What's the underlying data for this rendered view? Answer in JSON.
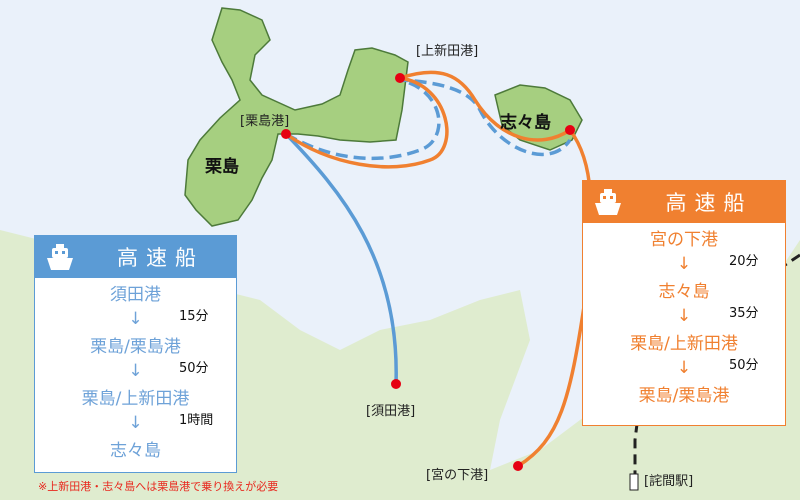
{
  "colors": {
    "sea": "#eaf1fa",
    "land": "#dfeccf",
    "island": "#a6cf80",
    "blue_route": "#5b9bd5",
    "orange_route": "#f08030",
    "port": "#e60012"
  },
  "islands": {
    "awashima": "栗島",
    "shishijima": "志々島"
  },
  "ports": {
    "awashima_port": "[栗島港]",
    "kamishinden_port": "[上新田港]",
    "suda_port": "[須田港]",
    "miyanoshita_port": "[宮の下港]",
    "takuma_station": "[詫間駅]"
  },
  "blue_panel": {
    "icon": "ship-icon",
    "title": "高速船",
    "stops": [
      "須田港",
      "栗島/栗島港",
      "栗島/上新田港",
      "志々島"
    ],
    "times": [
      "15分",
      "50分",
      "1時間"
    ],
    "arrow": "↓"
  },
  "orange_panel": {
    "icon": "ship-icon",
    "title": "高速船",
    "stops": [
      "宮の下港",
      "志々島",
      "栗島/上新田港",
      "栗島/栗島港"
    ],
    "times": [
      "20分",
      "35分",
      "50分"
    ],
    "arrow": "↓"
  },
  "note": "※上新田港・志々島へは栗島港で乗り換えが必要"
}
